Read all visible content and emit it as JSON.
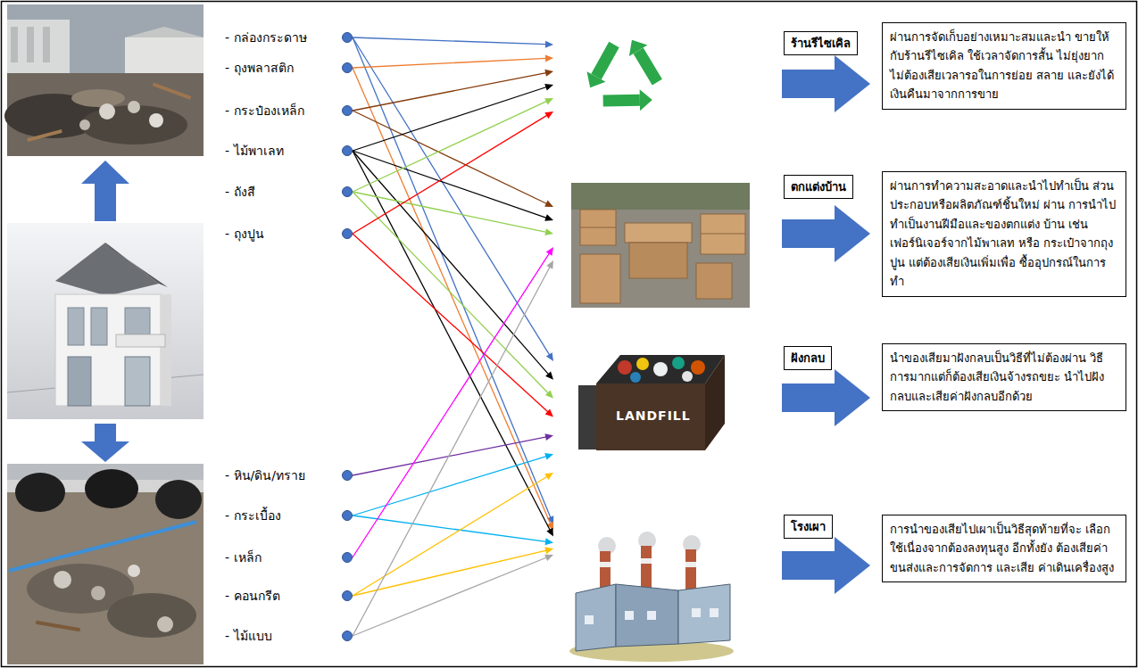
{
  "diagram": {
    "nodes": [
      {
        "text": [
          "- กล่องกระดาษ"
        ]
      },
      {
        "text": [
          "- ถุงพลาสติก"
        ]
      },
      {
        "text": [
          "- กระป๋องเหล็ก"
        ]
      },
      {
        "text": [
          "- ไม้พาเลท"
        ]
      },
      {
        "text": [
          "- ถังสี"
        ]
      },
      {
        "text": [
          "- ถุงปูน"
        ]
      },
      {
        "text": [
          "- หิน/ดิน/ทราย"
        ]
      },
      {
        "text": [
          "- กระเบื้อง"
        ]
      },
      {
        "text": [
          "- เหล็ก"
        ]
      },
      {
        "text": [
          "- คอนกรีต"
        ]
      },
      {
        "text": [
          "- ไม้แบบ"
        ]
      },
      {
        "text": [
          "ร้านรีไซเคิล",
          "ผ่านการจัดเก็บอย่างเหมาะสมและนำ ขายให้กับร้านรีไซเคิล ใช้เวลาจัดการสั้น ไม่ยุ่งยาก ไม่ต้องเสียเวลารอในการย่อย สลาย และยังได้เงินคืนมาจากการขาย"
        ]
      },
      {
        "text": [
          "ตกแต่งบ้าน",
          "ผ่านการทำความสะอาดและนำไปทำเป็น ส่วนประกอบหรือผลิตภัณฑ์ชิ้นใหม่ ผ่าน การนำไปทำเป็นงานฝีมือและของตกแต่ง บ้าน เช่น เฟอร์นิเจอร์จากไม้พาเลท หรือ กระเป๋าจากถุงปูน แต่ต้องเสียเงินเพิ่มเพื่อ ซื้ออุปกรณ์ในการทำ"
        ]
      },
      {
        "text": [
          "ฝังกลบ",
          "นำของเสียมาฝังกลบเป็นวิธีที่ไม่ต้องผ่าน วิธีการมากแต่ก็ต้องเสียเงินจ้างรถขยะ นำไปฝังกลบและเสียค่าฝังกลบอีกด้วย"
        ]
      },
      {
        "text": [
          "โรงเผา",
          "การนำของเสียไปเผาเป็นวิธีสุดท้ายที่จะ เลือกใช้เนื่องจากต้องลงทุนสูง อีกทั้งยัง ต้องเสียค่าขนส่งและการจัดการ และเสีย ค่าเดินเครื่องสูง"
        ]
      }
    ],
    "edges": [
      {
        "from": 0,
        "to": 11,
        "arrow": "to"
      },
      {
        "from": 0,
        "to": 13,
        "arrow": "to"
      },
      {
        "from": 0,
        "to": 14,
        "arrow": "to"
      },
      {
        "from": 1,
        "to": 11,
        "arrow": "to"
      },
      {
        "from": 1,
        "to": 14,
        "arrow": "to"
      },
      {
        "from": 2,
        "to": 11,
        "arrow": "to"
      },
      {
        "from": 2,
        "to": 12,
        "arrow": "to"
      },
      {
        "from": 3,
        "to": 11,
        "arrow": "to"
      },
      {
        "from": 3,
        "to": 12,
        "arrow": "to"
      },
      {
        "from": 3,
        "to": 13,
        "arrow": "to"
      },
      {
        "from": 3,
        "to": 14,
        "arrow": "to"
      },
      {
        "from": 4,
        "to": 11,
        "arrow": "to"
      },
      {
        "from": 4,
        "to": 12,
        "arrow": "to"
      },
      {
        "from": 4,
        "to": 13,
        "arrow": "to"
      },
      {
        "from": 5,
        "to": 11,
        "arrow": "to"
      },
      {
        "from": 5,
        "to": 13,
        "arrow": "to"
      },
      {
        "from": 6,
        "to": 13,
        "arrow": "to"
      },
      {
        "from": 7,
        "to": 13,
        "arrow": "to"
      },
      {
        "from": 7,
        "to": 14,
        "arrow": "to"
      },
      {
        "from": 8,
        "to": 12,
        "arrow": "to"
      },
      {
        "from": 9,
        "to": 13,
        "arrow": "to"
      },
      {
        "from": 9,
        "to": 14,
        "arrow": "to"
      },
      {
        "from": 10,
        "to": 12,
        "arrow": "to"
      },
      {
        "from": 10,
        "to": 14,
        "arrow": "to"
      }
    ],
    "labels": [
      "LANDFILL"
    ]
  }
}
